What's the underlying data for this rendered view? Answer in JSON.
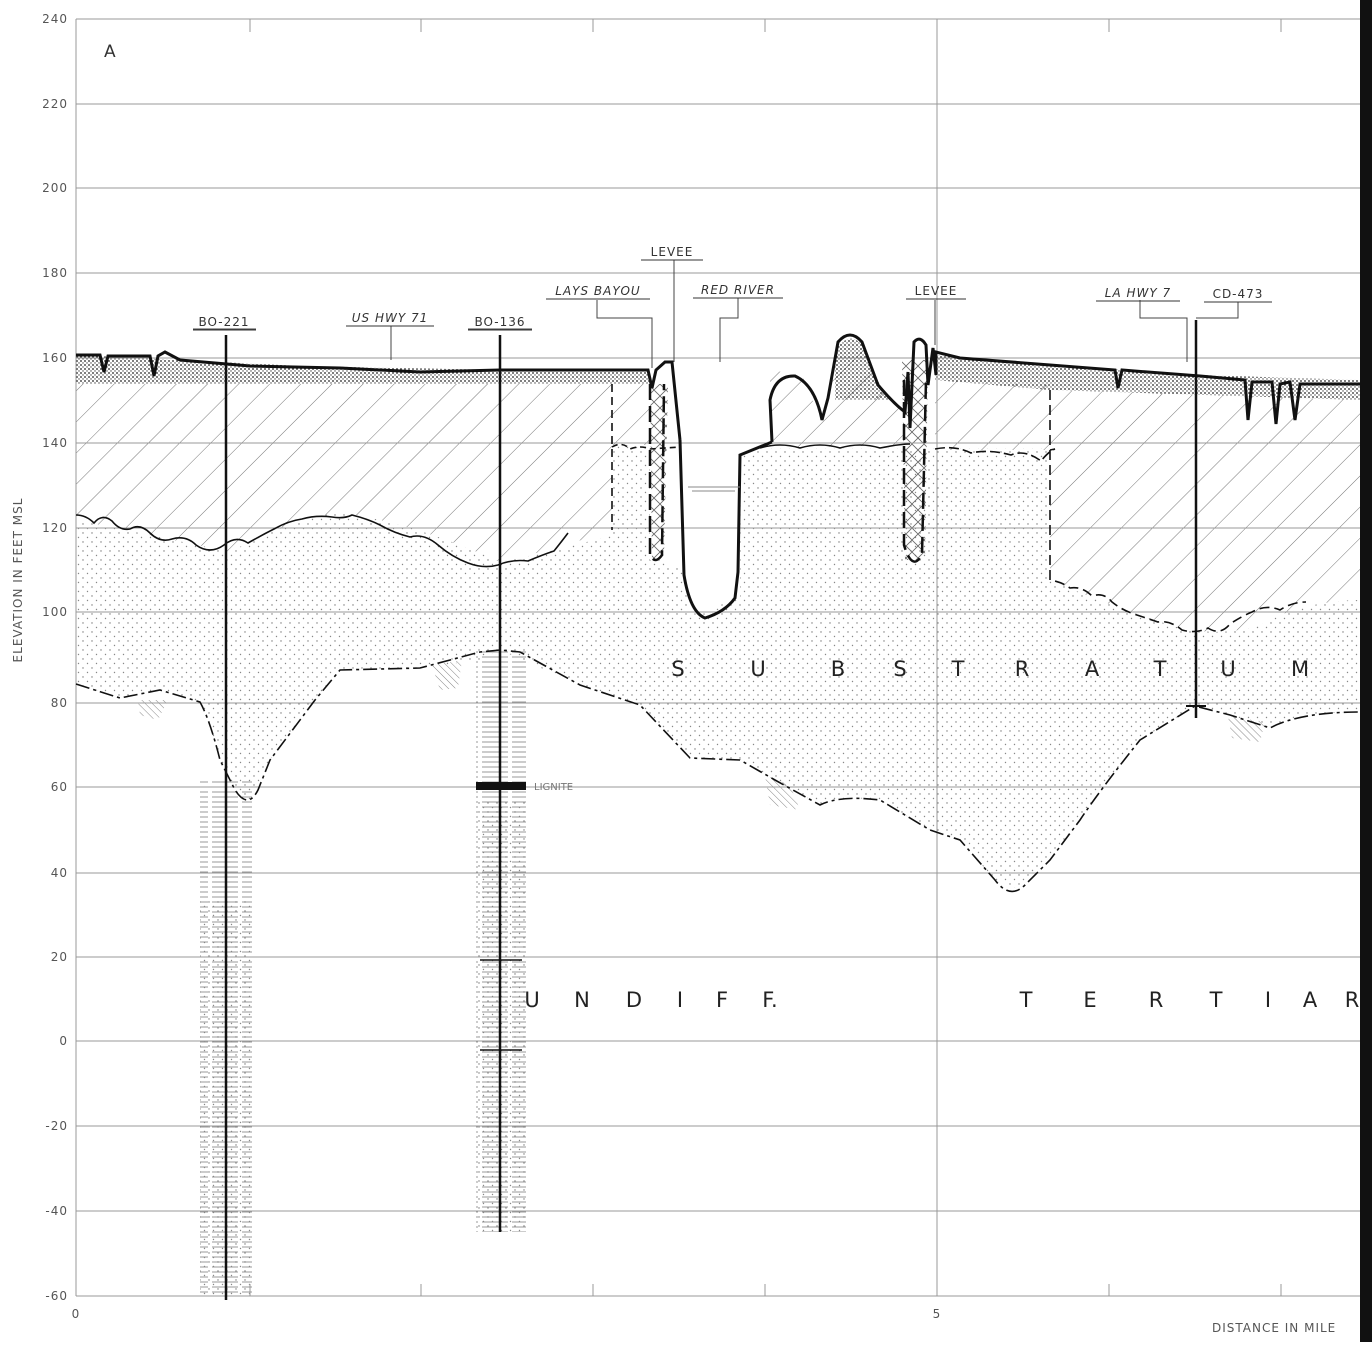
{
  "panel_letter": "A",
  "axes": {
    "y_label": "ELEVATION IN FEET MSL",
    "x_label": "DISTANCE IN MILE",
    "y_ticks": [
      "240",
      "220",
      "200",
      "180",
      "160",
      "140",
      "120",
      "100",
      "80",
      "60",
      "40",
      "20",
      "0",
      "-20",
      "-40",
      "-60"
    ],
    "x_ticks": [
      "0",
      "5"
    ]
  },
  "features": {
    "boring_bo221": "BO-221",
    "us_hwy_71": "US HWY 71",
    "boring_bo136": "BO-136",
    "lays_bayou": "LAYS BAYOU",
    "levee_left": "LEVEE",
    "red_river": "RED RIVER",
    "levee_right": "LEVEE",
    "la_hwy_7": "LA HWY 7",
    "boring_cd473": "CD-473"
  },
  "lignite_label": "LIGNITE",
  "units": {
    "substratum": [
      "S",
      "U",
      "B",
      "S",
      "T",
      "R",
      "A",
      "T",
      "U",
      "M"
    ],
    "undiff": [
      "U",
      "N",
      "D",
      "I",
      "F",
      "F."
    ],
    "tertiary": [
      "T",
      "E",
      "R",
      "T",
      "I",
      "A",
      "R"
    ]
  },
  "colors": {
    "ink": "#111111",
    "grid": "#999999",
    "hatch": "#777777"
  }
}
